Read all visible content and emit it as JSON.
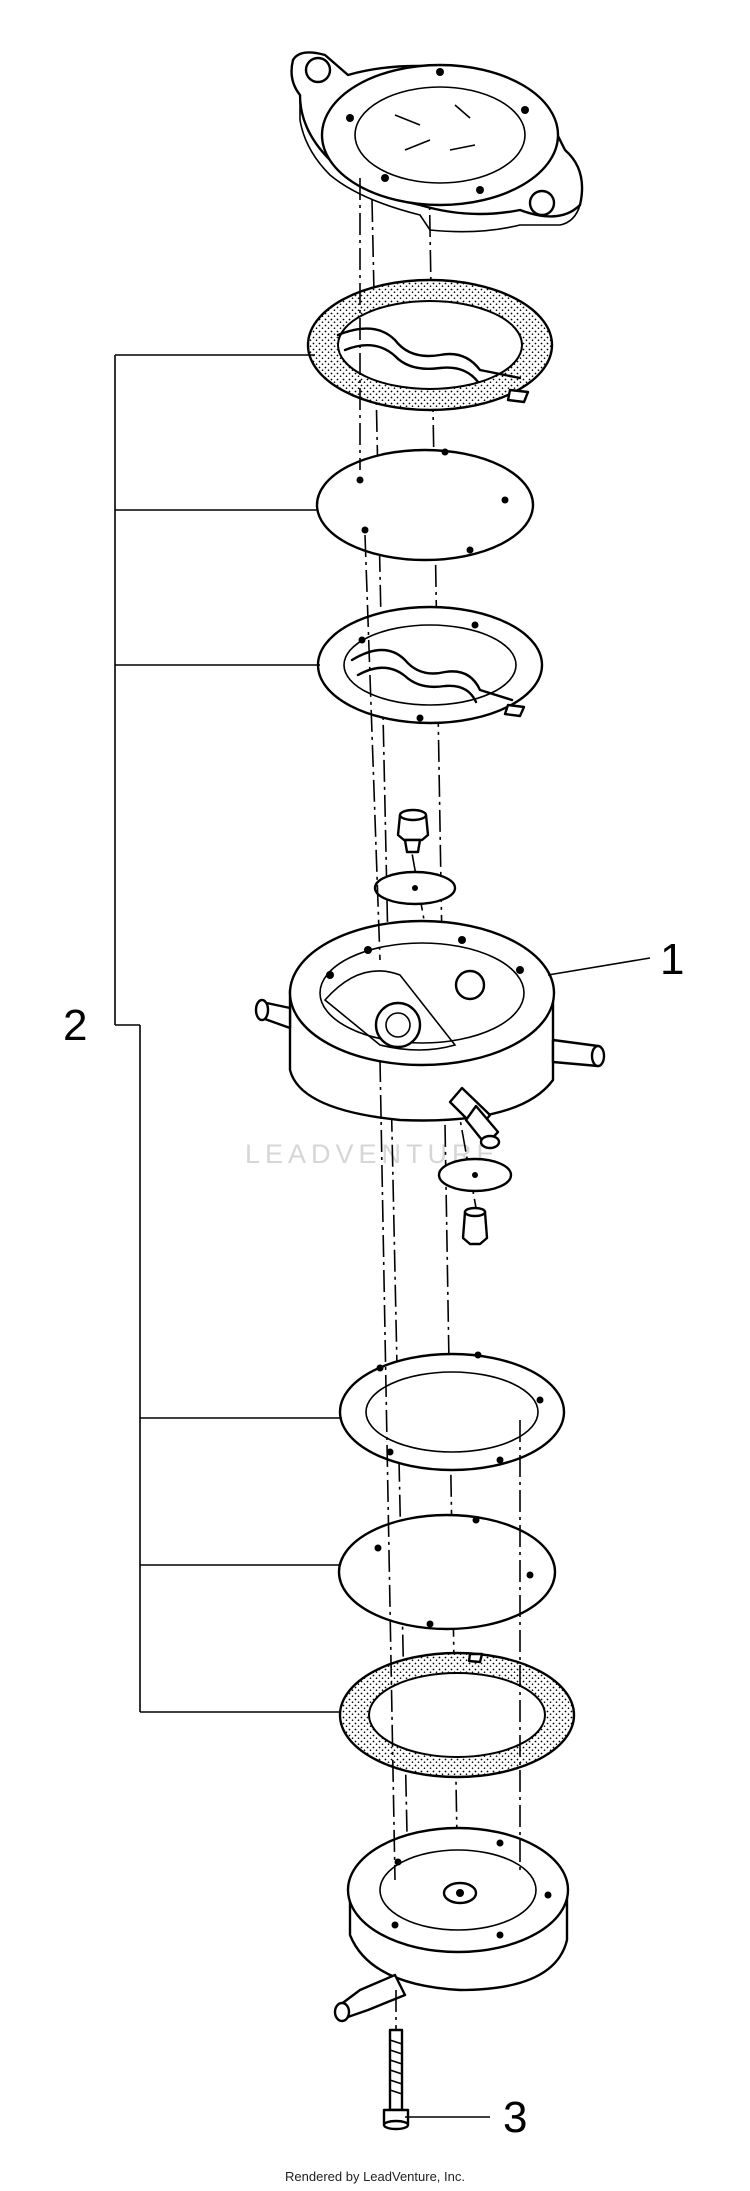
{
  "callouts": [
    {
      "id": "part-1",
      "label": "1"
    },
    {
      "id": "part-2",
      "label": "2"
    },
    {
      "id": "part-3",
      "label": "3"
    }
  ],
  "watermark": "LEADVENTURE",
  "footer": "Rendered by LeadVenture, Inc.",
  "colors": {
    "ink": "#000000",
    "background": "#ffffff",
    "watermark": "#d6d6d6"
  }
}
